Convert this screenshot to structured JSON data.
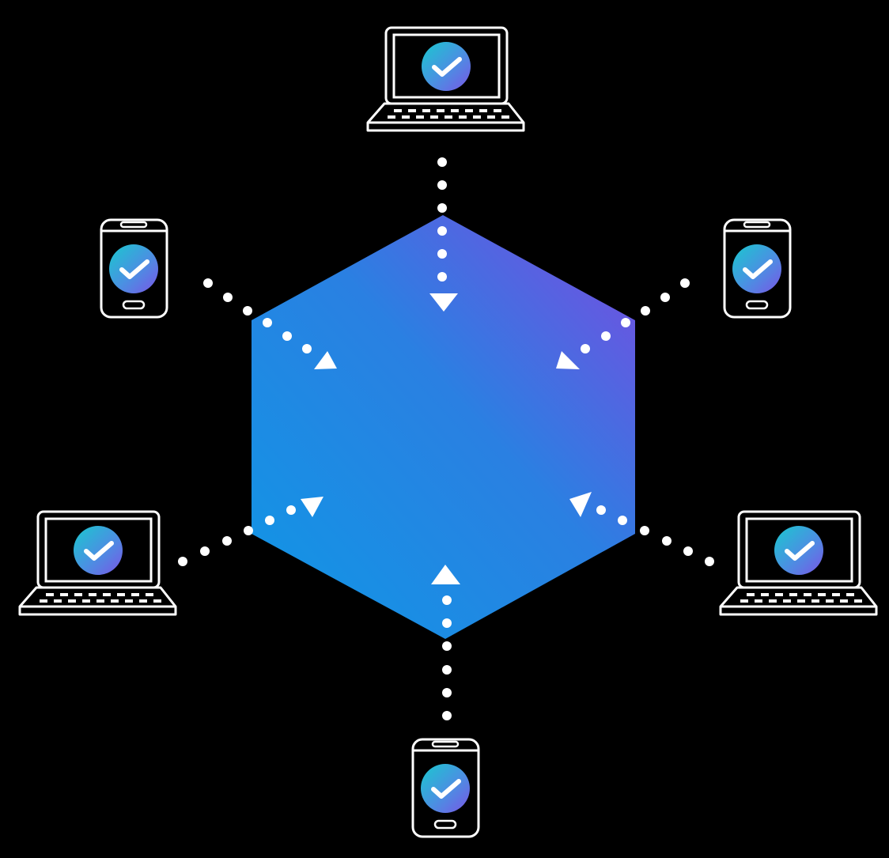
{
  "diagram": {
    "background_color": "#000000",
    "line_color": "#ffffff",
    "hub": {
      "shape": "hexagon",
      "gradient": [
        "#0f97e5",
        "#2a80e2",
        "#7b4ae0"
      ]
    },
    "badge": {
      "icon": "check-icon",
      "gradient": [
        "#19c9cf",
        "#4b8fe2",
        "#7a55e6"
      ]
    },
    "connector_style": "dotted-line-with-arrowhead",
    "arrow_direction": "device-to-hub",
    "nodes": [
      {
        "id": "top",
        "device": "laptop",
        "icon": "laptop-icon",
        "verified": true
      },
      {
        "id": "upper-right",
        "device": "phone",
        "icon": "smartphone-icon",
        "verified": true
      },
      {
        "id": "lower-right",
        "device": "laptop",
        "icon": "laptop-icon",
        "verified": true
      },
      {
        "id": "bottom",
        "device": "phone",
        "icon": "smartphone-icon",
        "verified": true
      },
      {
        "id": "lower-left",
        "device": "laptop",
        "icon": "laptop-icon",
        "verified": true
      },
      {
        "id": "upper-left",
        "device": "phone",
        "icon": "smartphone-icon",
        "verified": true
      }
    ]
  }
}
